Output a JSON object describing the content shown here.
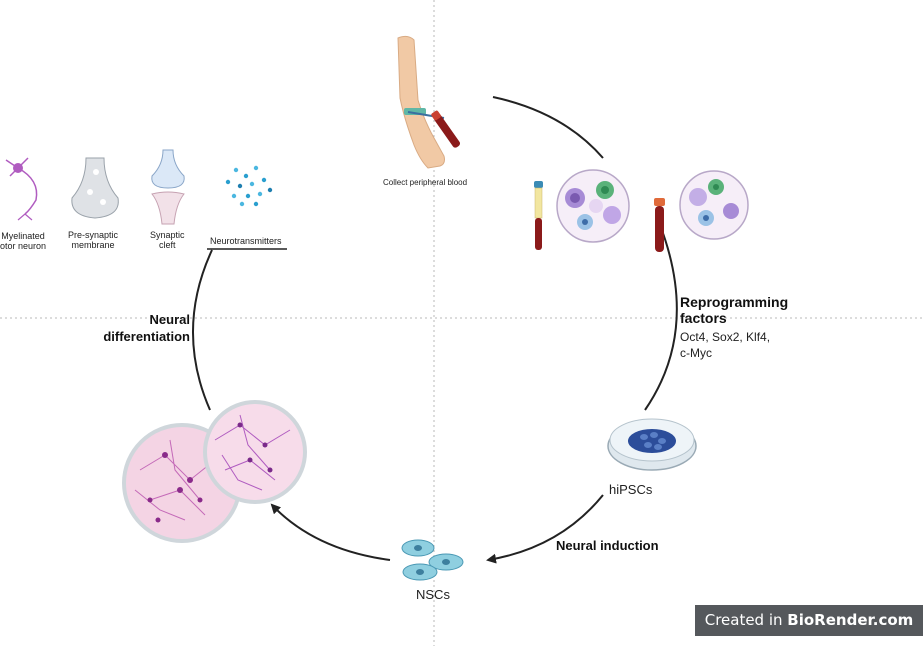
{
  "labels": {
    "collect_blood": "Collect peripheral blood",
    "reprogramming_title": "Reprogramming factors",
    "reprogramming_line1": "Oct4, Sox2, Klf4,",
    "reprogramming_line2": "c-Myc",
    "hipscs": "hiPSCs",
    "neural_induction": "Neural induction",
    "nscs": "NSCs",
    "neural_diff_line1": "Neural",
    "neural_diff_line2": "differentiation"
  },
  "legend_items": {
    "neuron_line1": "Myelinated",
    "neuron_line2": "otor neuron",
    "presyn_line1": "Pre-synaptic",
    "presyn_line2": "membrane",
    "cleft_line1": "Synaptic",
    "cleft_line2": "cleft",
    "neurotransmitters": "Neurotransmitters"
  },
  "watermark": {
    "prefix": "Created in ",
    "brand": "BioRender.com"
  },
  "colors": {
    "arrow": "#222222",
    "skin": "#f1c9a5",
    "blood": "#8b1a1a",
    "plasma": "#f2e6a0",
    "cell_purple": "#a78bd6",
    "cell_green": "#5ab27a",
    "cell_blue": "#4a7fc0",
    "ipsc_blue": "#2c4d9a",
    "nsc_teal": "#7fbfd6",
    "tissue_pink": "#f0c8dc",
    "neuron_purple": "#b05cc0",
    "dot_teal": "#2a9fcf"
  }
}
